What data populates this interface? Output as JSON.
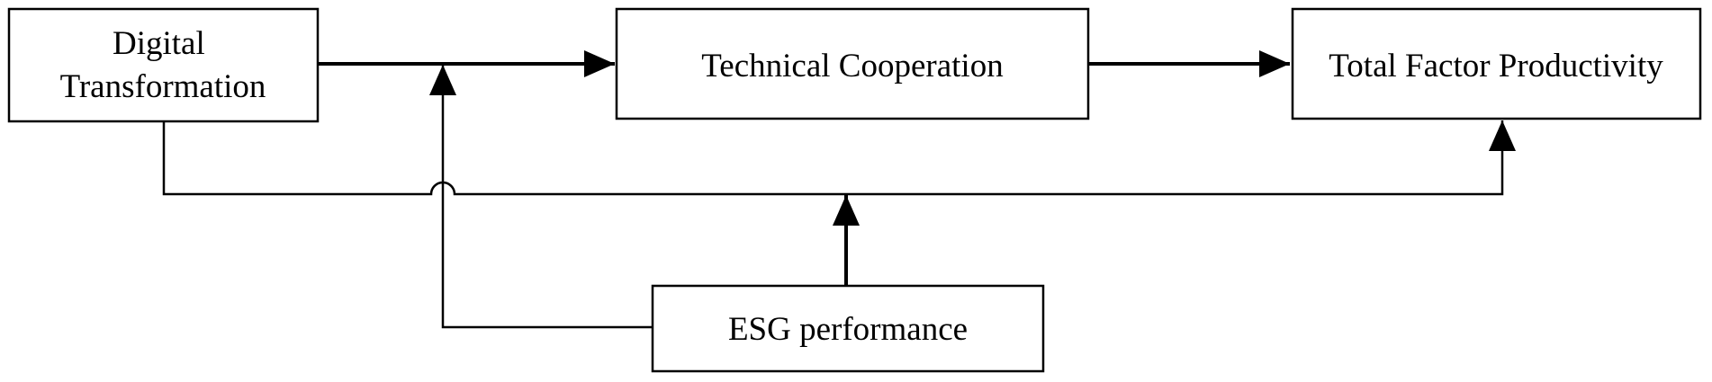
{
  "nodes": {
    "digital_transformation": {
      "lines": [
        "Digital",
        "Transformation"
      ]
    },
    "technical_cooperation": {
      "label": "Technical Cooperation"
    },
    "total_factor_productivity": {
      "label": "Total Factor Productivity"
    },
    "esg_performance": {
      "label": "ESG performance"
    }
  },
  "colors": {
    "stroke": "#000000",
    "box_fill": "#ffffff"
  }
}
